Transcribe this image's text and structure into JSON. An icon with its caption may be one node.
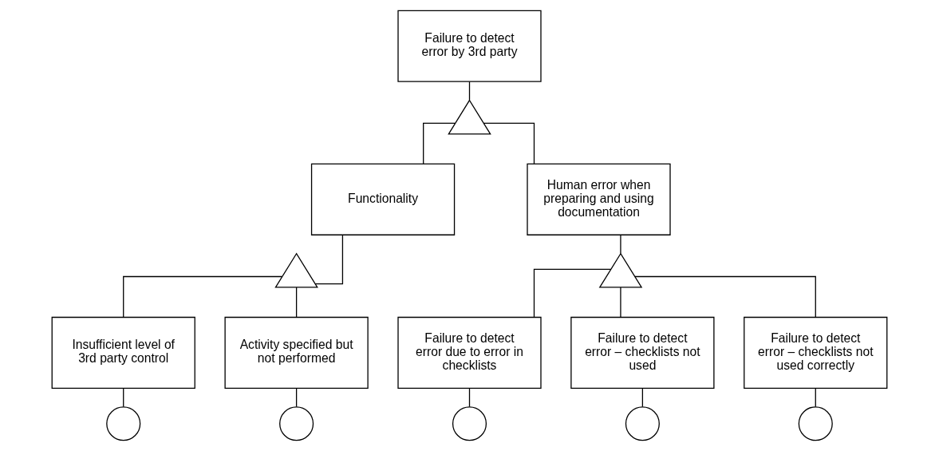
{
  "diagram": {
    "nodes": [
      {
        "text": [
          "Failure to detect error by 3rd party"
        ]
      },
      {
        "text": [],
        "shape": "gate"
      },
      {
        "text": [
          "Functionality"
        ]
      },
      {
        "text": [
          "Human error when preparing and using documentation"
        ]
      },
      {
        "text": [],
        "shape": "gate"
      },
      {
        "text": [],
        "shape": "gate"
      },
      {
        "text": [
          "Insufficient level of 3rd party control"
        ]
      },
      {
        "text": [
          "Activity specified but not performed"
        ]
      },
      {
        "text": [
          "Failure to detect error due to error in checklists"
        ]
      },
      {
        "text": [
          "Failure to detect error – checklists not used"
        ]
      },
      {
        "text": [
          "Failure to detect error – checklists not used correctly"
        ]
      },
      {
        "text": [],
        "shape": "circle"
      },
      {
        "text": [],
        "shape": "circle"
      },
      {
        "text": [],
        "shape": "circle"
      },
      {
        "text": [],
        "shape": "circle"
      },
      {
        "text": [],
        "shape": "circle"
      }
    ],
    "edges": [
      {
        "from": 0,
        "to": 1,
        "arrow": "none"
      },
      {
        "from": 1,
        "to": 2,
        "arrow": "none"
      },
      {
        "from": 1,
        "to": 3,
        "arrow": "none"
      },
      {
        "from": 2,
        "to": 4,
        "arrow": "none"
      },
      {
        "from": 3,
        "to": 5,
        "arrow": "none"
      },
      {
        "from": 4,
        "to": 6,
        "arrow": "none"
      },
      {
        "from": 4,
        "to": 7,
        "arrow": "none"
      },
      {
        "from": 5,
        "to": 8,
        "arrow": "none"
      },
      {
        "from": 5,
        "to": 9,
        "arrow": "none"
      },
      {
        "from": 5,
        "to": 10,
        "arrow": "none"
      },
      {
        "from": 6,
        "to": 11,
        "arrow": "none"
      },
      {
        "from": 7,
        "to": 12,
        "arrow": "none"
      },
      {
        "from": 8,
        "to": 13,
        "arrow": "none"
      },
      {
        "from": 9,
        "to": 14,
        "arrow": "none"
      },
      {
        "from": 10,
        "to": 15,
        "arrow": "none"
      }
    ]
  }
}
